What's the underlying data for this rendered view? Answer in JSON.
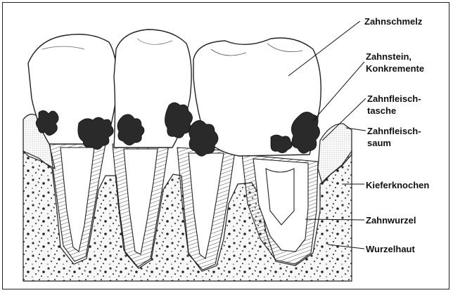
{
  "labels": {
    "zahnschmelz": "Zahnschmelz",
    "zahnstein_line1": "Zahnstein,",
    "zahnstein_line2": "Konkremente",
    "tasche_line1": "Zahnfleisch-",
    "tasche_line2": "tasche",
    "saum_line1": "Zahnfleisch-",
    "saum_line2": "saum",
    "kieferknochen": "Kieferknochen",
    "zahnwurzel": "Zahnwurzel",
    "wurzelhaut": "Wurzelhaut"
  },
  "colors": {
    "ink": "#111111",
    "bone_fill": "#f4f4f4",
    "tartar": "#2a2a2a",
    "background": "#ffffff"
  }
}
